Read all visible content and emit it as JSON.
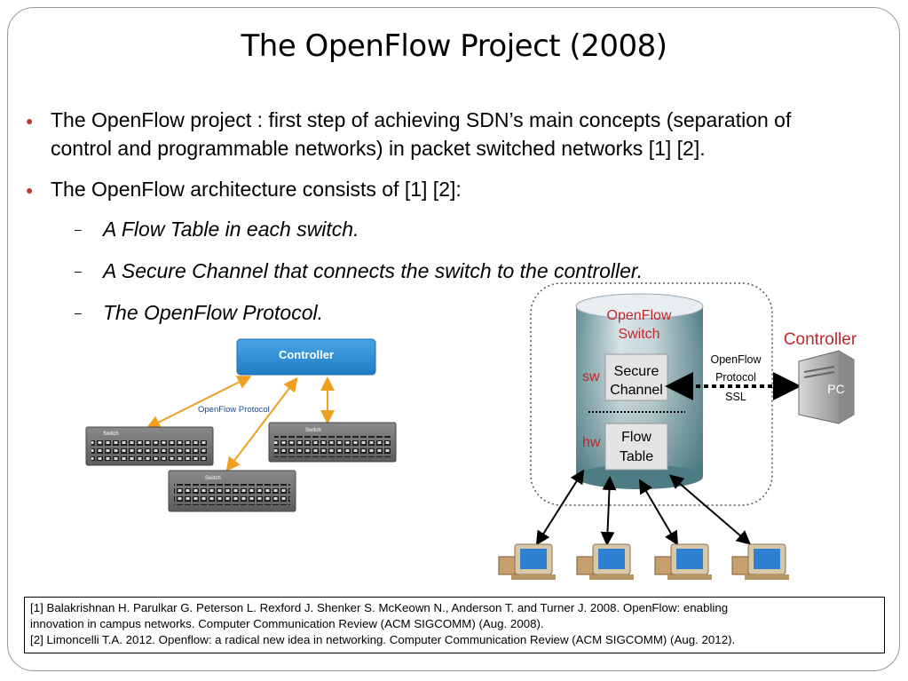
{
  "slide": {
    "title": "The OpenFlow Project (2008)",
    "bullets": [
      {
        "lines": [
          "The OpenFlow project : first step of achieving SDN’s main concepts (separation of",
          "control and programmable networks) in packet switched networks [1] [2]."
        ]
      },
      {
        "lines": [
          "The OpenFlow architecture consists of [1] [2]:"
        ]
      }
    ],
    "subitems": [
      "A Flow Table in each switch.",
      "A Secure Channel that connects the switch to the controller.",
      "The OpenFlow Protocol."
    ],
    "bullet_color": "#c0392b",
    "references": [
      "[1] Balakrishnan H. Parulkar G. Peterson L. Rexford J. Shenker S. McKeown N., Anderson T. and Turner J. 2008. OpenFlow: enabling",
      "innovation in campus networks. Computer Communication Review (ACM SIGCOMM) (Aug. 2008).",
      "[2] Limoncelli T.A. 2012. Openflow: a radical new idea in networking. Computer Communication Review (ACM SIGCOMM) (Aug. 2012)."
    ]
  },
  "left_diagram": {
    "controller_label": "Controller",
    "protocol_label": "OpenFlow Protocol",
    "switch_label": "Switch",
    "controller_color": "#2d8fd5",
    "arrow_color": "#f0a020"
  },
  "right_diagram": {
    "switch_title_line1": "OpenFlow",
    "switch_title_line2": "Switch",
    "sw_label": "sw",
    "hw_label": "hw",
    "secure_channel_line1": "Secure",
    "secure_channel_line2": "Channel",
    "flow_table_line1": "Flow",
    "flow_table_line2": "Table",
    "protocol_line1": "OpenFlow",
    "protocol_line2": "Protocol",
    "protocol_line3": "SSL",
    "controller_label": "Controller",
    "pc_label": "PC",
    "red_color": "#c0282d"
  }
}
